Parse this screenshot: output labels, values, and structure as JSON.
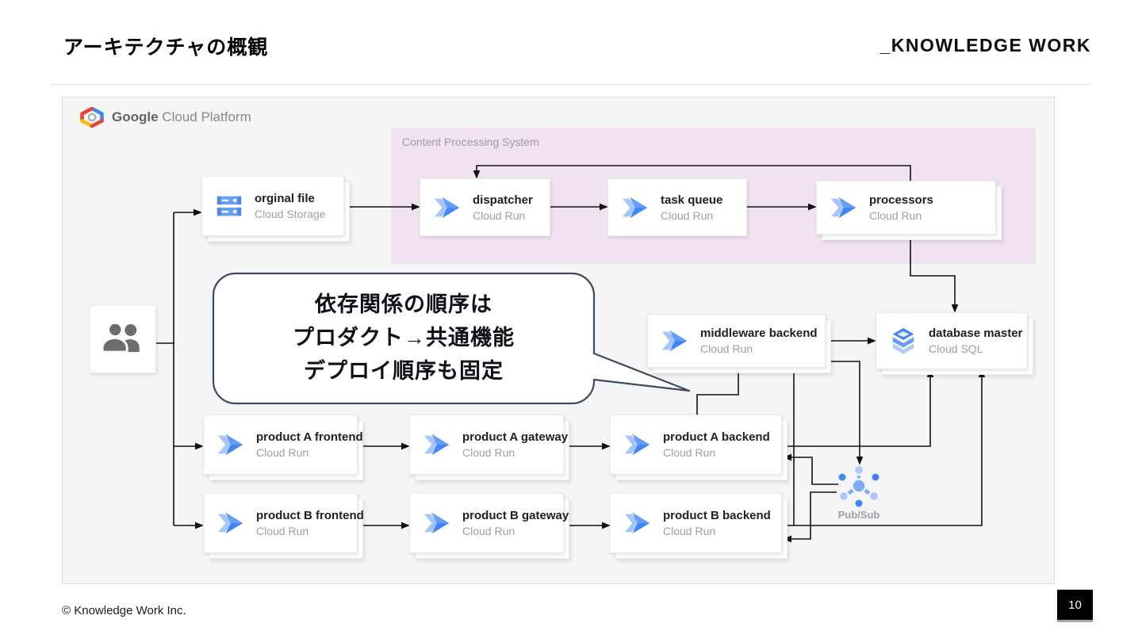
{
  "slide": {
    "title": "アーキテクチャの概観",
    "brand": "_KNOWLEDGE WORK",
    "copyright": "© Knowledge Work Inc.",
    "page_number": "10"
  },
  "diagram": {
    "platform": {
      "brand_bold": "Google",
      "brand_rest": "Cloud Platform"
    },
    "group_label": "Content Processing System",
    "nodes": {
      "original_file": {
        "name": "orginal file",
        "product": "Cloud Storage"
      },
      "dispatcher": {
        "name": "dispatcher",
        "product": "Cloud Run"
      },
      "task_queue": {
        "name": "task queue",
        "product": "Cloud Run"
      },
      "processors": {
        "name": "processors",
        "product": "Cloud Run"
      },
      "middleware_backend": {
        "name": "middleware backend",
        "product": "Cloud Run"
      },
      "database_master": {
        "name": "database master",
        "product": "Cloud SQL"
      },
      "product_a_frontend": {
        "name": "product A frontend",
        "product": "Cloud Run"
      },
      "product_a_gateway": {
        "name": "product A gateway",
        "product": "Cloud Run"
      },
      "product_a_backend": {
        "name": "product A backend",
        "product": "Cloud Run"
      },
      "product_b_frontend": {
        "name": "product B frontend",
        "product": "Cloud Run"
      },
      "product_b_gateway": {
        "name": "product B gateway",
        "product": "Cloud Run"
      },
      "product_b_backend": {
        "name": "product B backend",
        "product": "Cloud Run"
      }
    },
    "pubsub_label": "Pub/Sub",
    "bubble": {
      "line1": "依存関係の順序は",
      "line2": "プロダクト→共通機能",
      "line3": "デプロイ順序も固定"
    },
    "colors": {
      "cloud_blue": "#4285f4",
      "cloud_blue_mid": "#669df6",
      "cloud_blue_light": "#aecbfa",
      "panel_purple": "#f0e2f0",
      "diagram_bg": "#f5f5f6",
      "arrow": "#111111",
      "bubble_border": "#3d4b61"
    }
  }
}
